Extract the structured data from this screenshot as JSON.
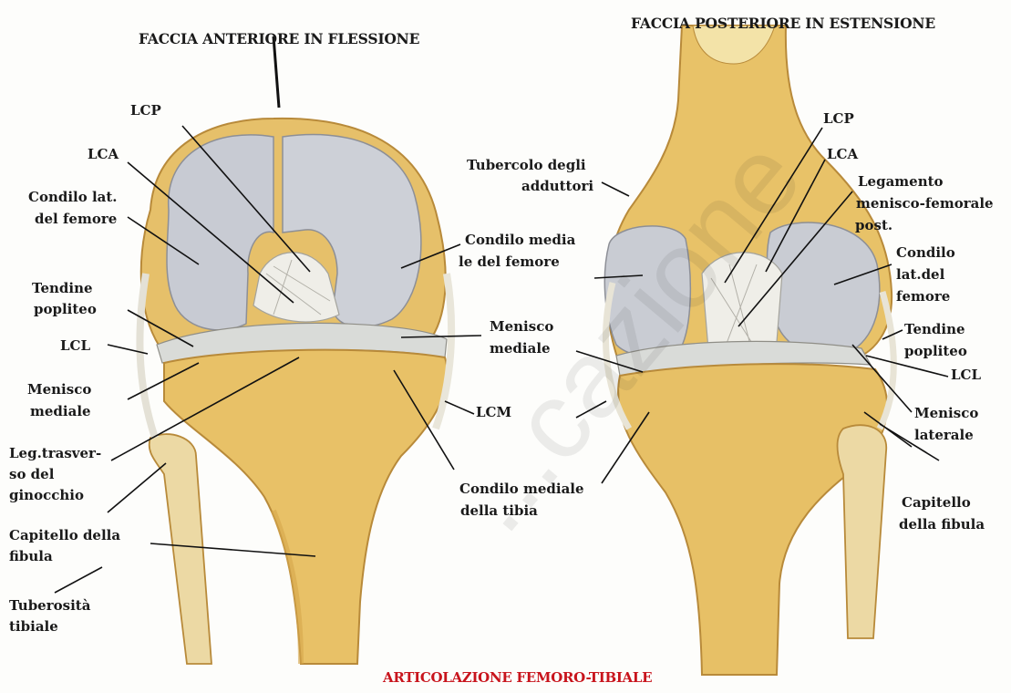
{
  "titles": {
    "anterior": "FACCIA ANTERIORE IN FLESSIONE",
    "posterior": "FACCIA POSTERIORE IN ESTENSIONE"
  },
  "footer": "ARTICOLAZIONE FEMORO-TIBIALE",
  "watermark": "...cazione",
  "left_labels": {
    "lcp": "LCP",
    "lca": "LCA",
    "condilo_lat_1": "Condilo lat.",
    "condilo_lat_2": "del femore",
    "condilo_medial_1": "Condilo media",
    "condilo_medial_2": "le del femore",
    "tendine_1": "Tendine",
    "tendine_2": "popliteo",
    "lcl": "LCL",
    "menisco_med_r_1": "Menisco",
    "menisco_med_r_2": "mediale",
    "menisco_med_l_1": "Menisco",
    "menisco_med_l_2": "mediale",
    "lcm": "LCM",
    "leg_trasv_1": "Leg.trasver-",
    "leg_trasv_2": "so del",
    "leg_trasv_3": "ginocchio",
    "condilo_tibia_1": "Condilo mediale",
    "condilo_tibia_2": "della tibia",
    "capitello_1": "Capitello della",
    "capitello_2": "fibula",
    "tuberosita_1": "Tuberosità",
    "tuberosita_2": "tibiale"
  },
  "right_labels": {
    "tubercolo_1": "Tubercolo degli",
    "tubercolo_2": "adduttori",
    "lcp": "LCP",
    "lca": "LCA",
    "legamento_1": "Legamento",
    "legamento_2": "menisco-femorale",
    "legamento_3": "post.",
    "condilo_lat_1": "Condilo",
    "condilo_lat_2": "lat.del",
    "condilo_lat_3": "femore",
    "tendine_1": "Tendine",
    "tendine_2": "popliteo",
    "lcl": "LCL",
    "menisco_lat_1": "Menisco",
    "menisco_lat_2": "laterale",
    "capitello_1": "Capitello",
    "capitello_2": "della fibula"
  },
  "colors": {
    "bone": "#e9c46a",
    "bone_dark": "#c9983a",
    "cartilage": "#c9ccd2",
    "ligament": "#eeeee8",
    "leader": "#111111",
    "footer": "#c8141c"
  }
}
